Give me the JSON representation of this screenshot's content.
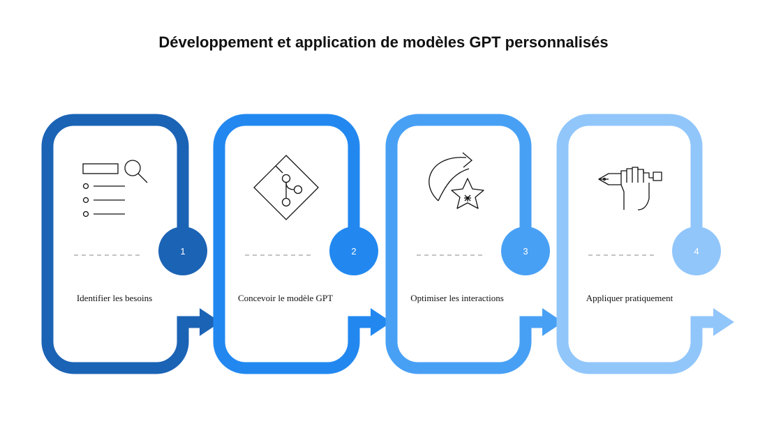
{
  "title": "Développement et application de modèles GPT personnalisés",
  "steps": [
    {
      "number": "1",
      "label": "Identifier les besoins",
      "color": "#1b63b5",
      "icon": "search-list-icon"
    },
    {
      "number": "2",
      "label": "Concevoir le modèle GPT",
      "color": "#2288f0",
      "icon": "git-branch-diamond-icon"
    },
    {
      "number": "3",
      "label": "Optimiser les interactions",
      "color": "#48a0f5",
      "icon": "leaf-star-icon"
    },
    {
      "number": "4",
      "label": "Appliquer pratiquement",
      "color": "#91c6fb",
      "icon": "hand-pen-icon"
    }
  ]
}
